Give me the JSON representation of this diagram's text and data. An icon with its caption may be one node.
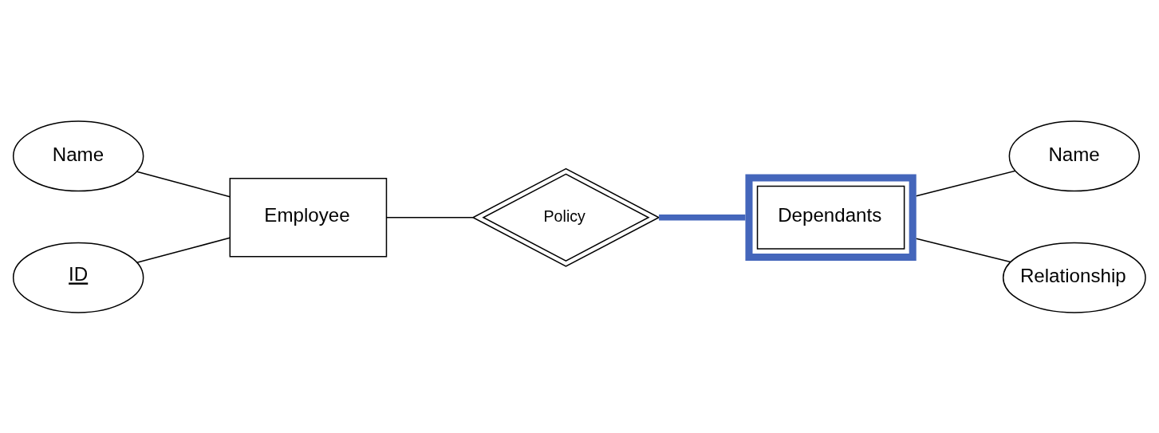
{
  "diagram": {
    "nodes": [
      {
        "text": [
          "Name"
        ]
      },
      {
        "text": [
          "Employee"
        ]
      },
      {
        "text": [
          "ID"
        ]
      },
      {
        "text": [
          "Policy"
        ]
      },
      {
        "text": [
          "Dependants"
        ]
      },
      {
        "text": [
          "Name"
        ]
      },
      {
        "text": [
          "Relationship"
        ]
      }
    ],
    "edges": [
      {
        "from": 0,
        "to": 1,
        "arrow": "none"
      },
      {
        "from": 2,
        "to": 1,
        "arrow": "none"
      },
      {
        "from": 1,
        "to": 3,
        "arrow": "none"
      },
      {
        "from": 3,
        "to": 4,
        "arrow": "none",
        "style": "thick",
        "color": "#4466bb"
      },
      {
        "from": 4,
        "to": 5,
        "arrow": "none"
      },
      {
        "from": 4,
        "to": 6,
        "arrow": "none"
      }
    ]
  }
}
